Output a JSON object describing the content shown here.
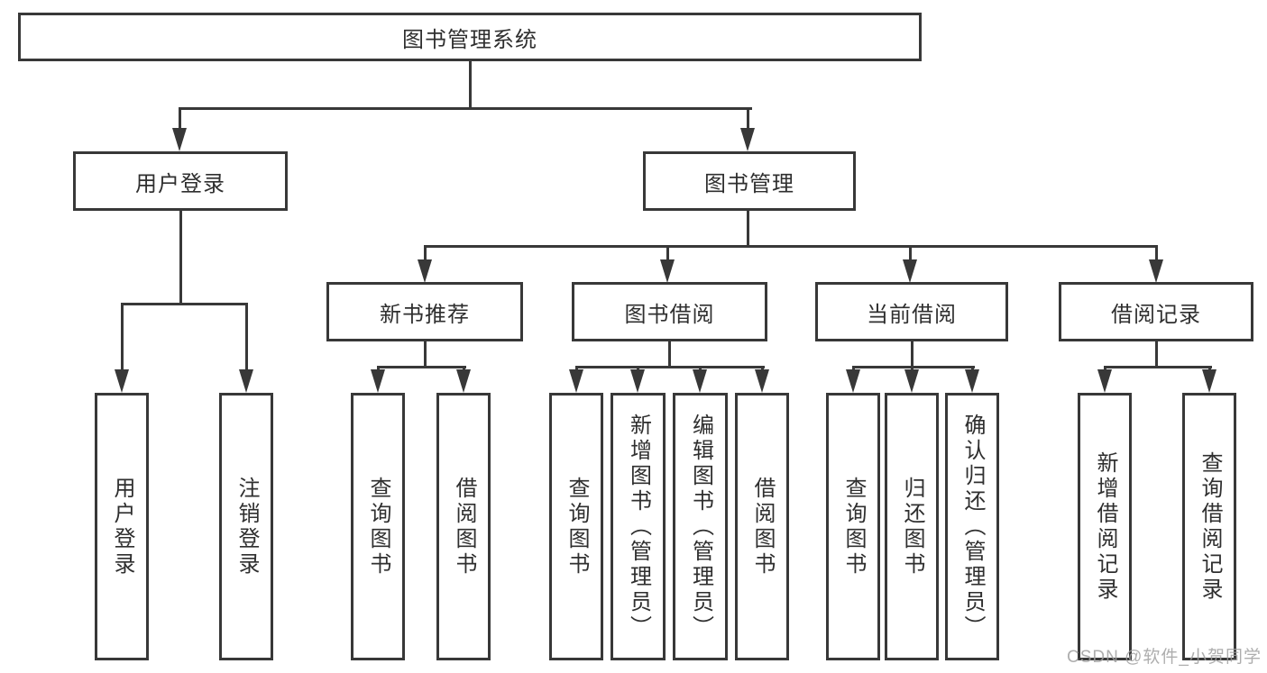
{
  "diagram": {
    "tree": {
      "root": {
        "label": "图书管理系统"
      },
      "branches": [
        {
          "label": "用户登录",
          "children": [
            {
              "label": "用户登录"
            },
            {
              "label": "注销登录"
            }
          ]
        },
        {
          "label": "图书管理",
          "children": [
            {
              "label": "新书推荐",
              "children": [
                {
                  "label": "查询图书"
                },
                {
                  "label": "借阅图书"
                }
              ]
            },
            {
              "label": "图书借阅",
              "children": [
                {
                  "label": "查询图书"
                },
                {
                  "label": "新增图书（管理员）"
                },
                {
                  "label": "编辑图书（管理员）"
                },
                {
                  "label": "借阅图书"
                }
              ]
            },
            {
              "label": "当前借阅",
              "children": [
                {
                  "label": "查询图书"
                },
                {
                  "label": "归还图书"
                },
                {
                  "label": "确认归还（管理员）"
                }
              ]
            },
            {
              "label": "借阅记录",
              "children": [
                {
                  "label": "新增借阅记录"
                },
                {
                  "label": "查询借阅记录"
                }
              ]
            }
          ]
        }
      ]
    },
    "colors": {
      "line": "#383838",
      "text": "#2f2f2f",
      "background": "#ffffff",
      "watermark": "#a0a0a0"
    }
  },
  "watermark": {
    "text": "CSDN @软件_小贺同学"
  }
}
